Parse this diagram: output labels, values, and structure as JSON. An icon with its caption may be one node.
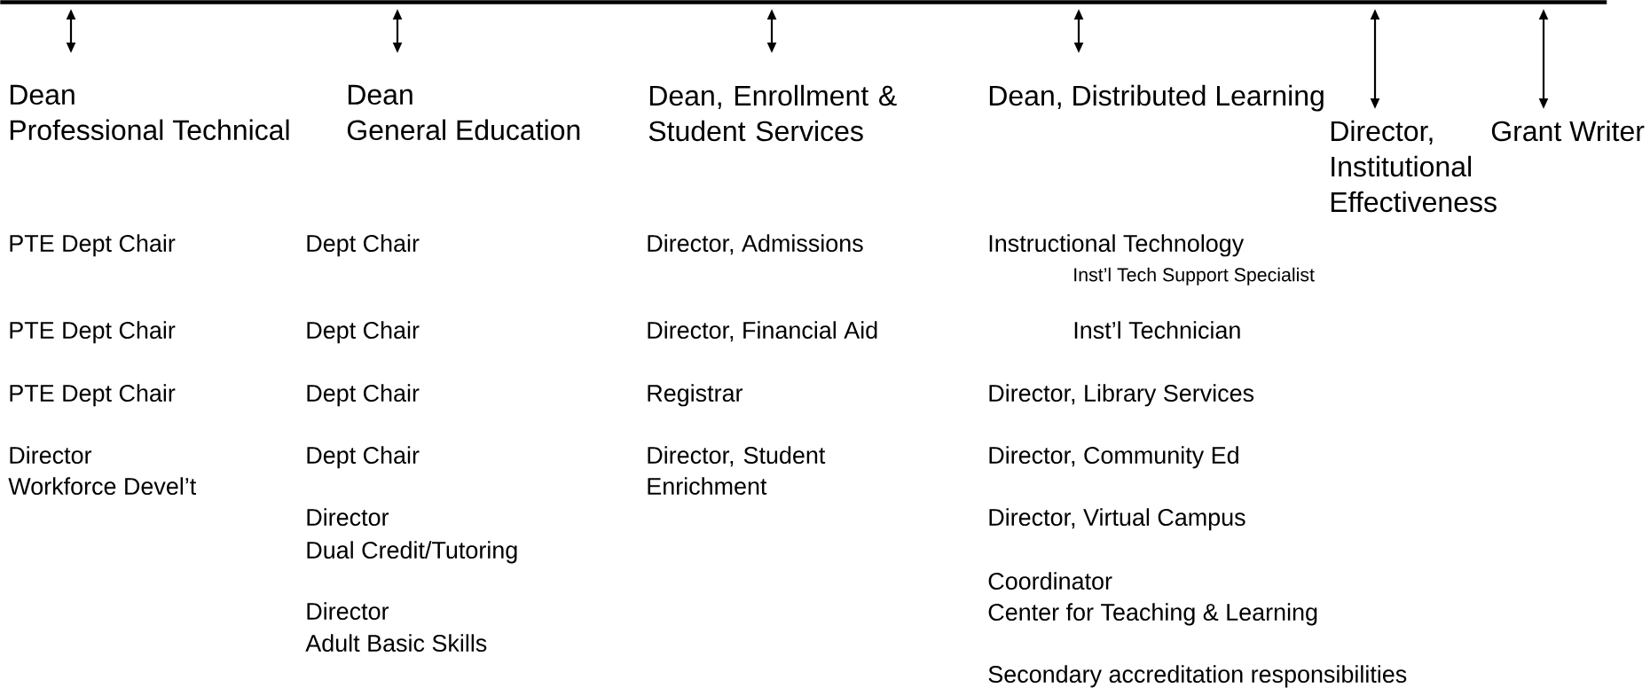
{
  "diagram": {
    "nodes": [
      {
        "text": [],
        "shape": "bar"
      },
      {
        "text": [
          "Dean",
          "Professional Technical"
        ]
      },
      {
        "text": [
          "Dean",
          "General Education"
        ]
      },
      {
        "text": [
          "Dean, Enrollment & Student Services"
        ]
      },
      {
        "text": [
          "Dean, Distributed Learning"
        ]
      },
      {
        "text": [
          "Director, Institutional Effectiveness"
        ]
      },
      {
        "text": [
          "Grant Writer"
        ]
      }
    ],
    "edges": [
      {
        "from": 0,
        "to": 1,
        "arrow": "both"
      },
      {
        "from": 0,
        "to": 2,
        "arrow": "both"
      },
      {
        "from": 0,
        "to": 3,
        "arrow": "both"
      },
      {
        "from": 0,
        "to": 4,
        "arrow": "both"
      },
      {
        "from": 0,
        "to": 5,
        "arrow": "both"
      },
      {
        "from": 0,
        "to": 6,
        "arrow": "both"
      }
    ],
    "labels": [
      "PTE Dept Chair",
      "PTE Dept Chair",
      "PTE Dept Chair",
      "Director",
      "Workforce Devel’t",
      "Dept Chair",
      "Dept Chair",
      "Dept Chair",
      "Dept Chair",
      "Director",
      "Dual Credit/Tutoring",
      "Director",
      "Adult Basic Skills",
      "Director, Admissions",
      "Director, Financial Aid",
      "Registrar",
      "Director, Student Enrichment",
      "Instructional Technology",
      "Inst’l Tech Support Specialist",
      "Inst’l Technician",
      "Director, Library Services",
      "Director, Community Ed",
      "Director, Virtual Campus",
      "Coordinator",
      "Center for Teaching & Learning",
      "Secondary accreditation responsibilities"
    ]
  }
}
